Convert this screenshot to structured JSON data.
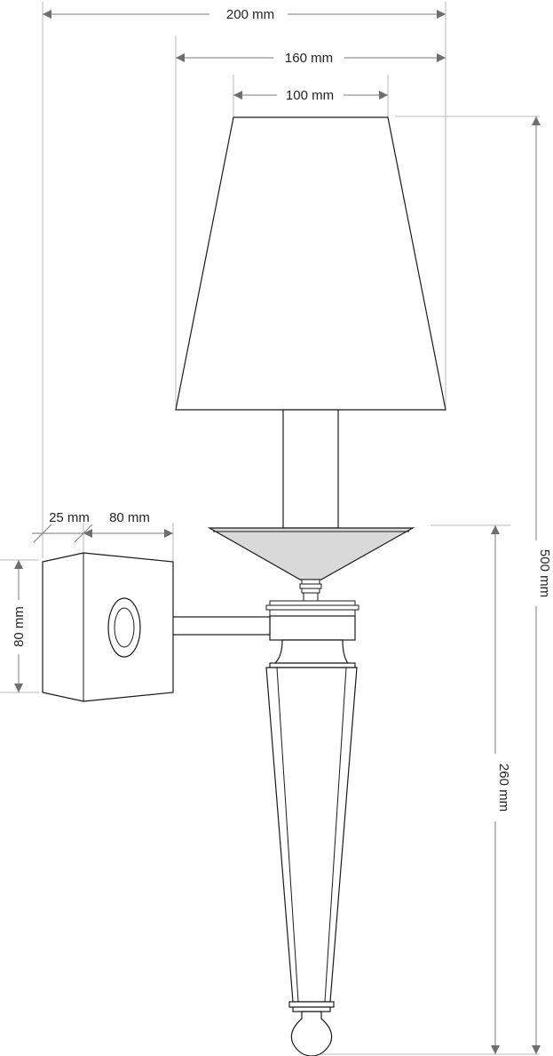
{
  "dimensions": {
    "overall_width": "200 mm",
    "shade_bottom_width": "160 mm",
    "shade_top_width": "100 mm",
    "overall_height": "500 mm",
    "body_height": "260 mm",
    "plate_depth": "25 mm",
    "plate_width": "80 mm",
    "plate_height": "80 mm"
  },
  "colors": {
    "outline": "#1a1a1a",
    "dimension_line": "#7a7a7a",
    "extension_line": "#b8b8b8",
    "bobeche_fill": "#d9d9d9"
  }
}
